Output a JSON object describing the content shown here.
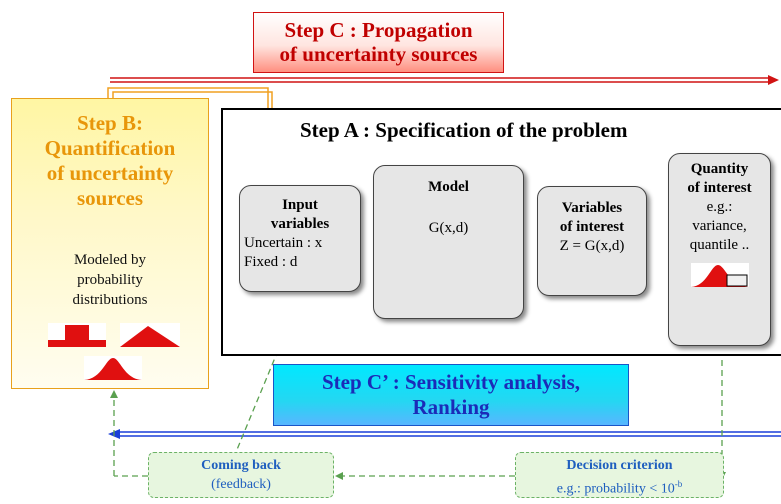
{
  "step_c": {
    "line1": "Step C : Propagation",
    "line2": "of uncertainty sources"
  },
  "step_b": {
    "title": [
      "Step B:",
      "Quantification",
      "of uncertainty",
      "sources"
    ],
    "desc": [
      "Modeled by",
      "probability",
      "distributions"
    ]
  },
  "step_a": {
    "title": "Step A : Specification of the problem"
  },
  "input_variables": {
    "title1": "Input",
    "title2": "variables",
    "line1": "Uncertain : x",
    "line2": "Fixed : d"
  },
  "model": {
    "title": "Model",
    "formula": "G(x,d)"
  },
  "variables_of_interest": {
    "title1": "Variables",
    "title2": "of interest",
    "formula": "Z = G(x,d)"
  },
  "quantity_of_interest": {
    "title1": "Quantity",
    "title2": "of interest",
    "ex1": "e.g.:",
    "ex2": "variance,",
    "ex3": "quantile .."
  },
  "step_c_prime": {
    "line1": "Step C’ : Sensitivity analysis,",
    "line2": "Ranking"
  },
  "coming_back": {
    "title": "Coming back",
    "sub": "(feedback)"
  },
  "decision": {
    "title": "Decision criterion",
    "sub": "e.g.: probability < 10",
    "sup": "-b"
  },
  "colors": {
    "red": "#d11313",
    "orange": "#f0a020",
    "blue": "#1a3fd8",
    "dashed_green": "#6cb266",
    "distribution_red": "#e01010"
  }
}
